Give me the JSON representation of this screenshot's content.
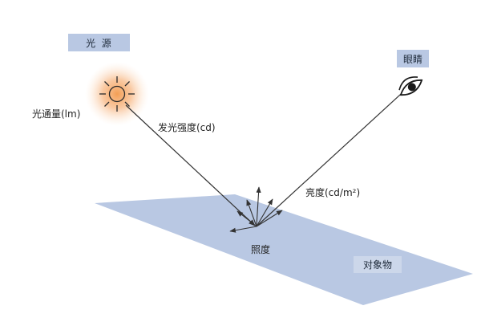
{
  "labels": {
    "light_source": "光  源",
    "luminous_flux": "光通量(lm)",
    "luminous_intensity": "发光强度(cd)",
    "eye": "眼睛",
    "luminance": "亮度(cd/m²)",
    "illuminance": "照度",
    "object": "对象物"
  },
  "colors": {
    "plane": "#b9c8e3",
    "label_box": "#b9c8e3",
    "sun_glow": "#f5a25a",
    "line": "#333333"
  },
  "icons": {
    "light_source": "sun-icon",
    "observer": "eye-icon"
  }
}
